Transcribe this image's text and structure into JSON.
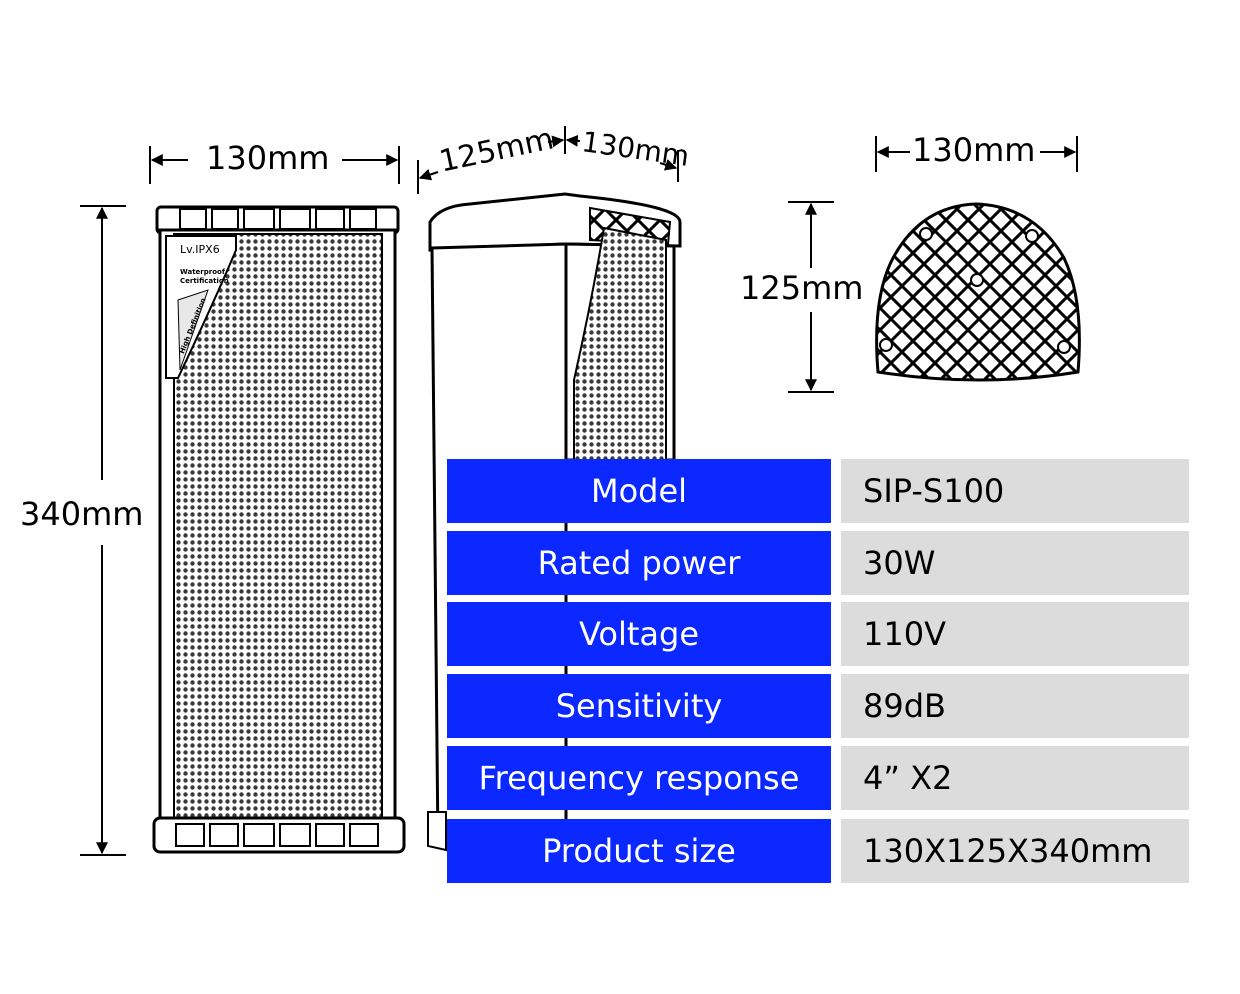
{
  "dimensions": {
    "front_width": "130mm",
    "height": "340mm",
    "side_depth": "125mm",
    "side_width": "130mm",
    "top_width": "130mm",
    "top_depth": "125mm"
  },
  "speaker_labels": {
    "rating": "Lv.IPX6",
    "certification_line1": "Waterproof",
    "certification_line2": "Certification",
    "definition": "High Definition"
  },
  "specs": [
    {
      "label": "Model",
      "value": "SIP-S100"
    },
    {
      "label": "Rated power",
      "value": "30W"
    },
    {
      "label": "Voltage",
      "value": "110V"
    },
    {
      "label": "Sensitivity",
      "value": "89dB"
    },
    {
      "label": "Frequency response",
      "value": "4” X2"
    },
    {
      "label": "Product size",
      "value": "130X125X340mm"
    }
  ],
  "colors": {
    "key_bg": "#0a28ff",
    "value_bg": "#dcdcdc"
  }
}
